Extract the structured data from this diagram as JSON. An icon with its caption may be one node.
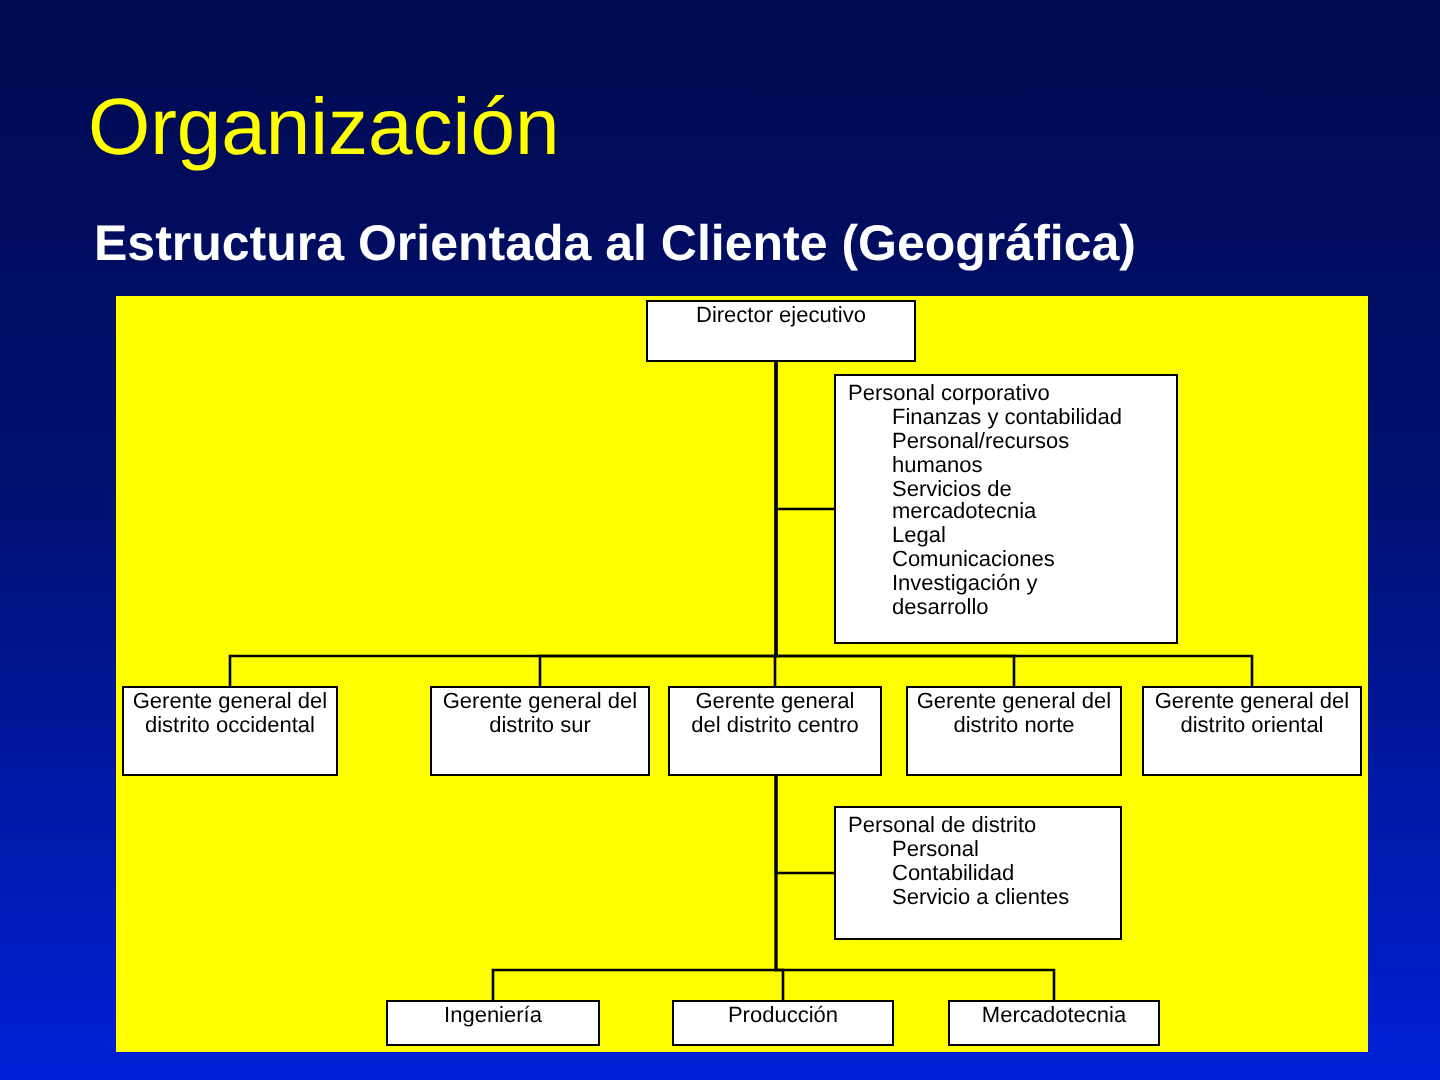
{
  "diagram": {
    "title": "Organización",
    "caption": "Estructura Orientada al Cliente (Geográfica)",
    "nodes": [
      {
        "text": [
          "Director ejecutivo"
        ]
      },
      {
        "text": [
          "Personal corporativo",
          "Finanzas y contabilidad",
          "Personal/recursos humanos",
          "Servicios de mercadotecnia",
          "Legal",
          "Comunicaciones",
          "Investigación y desarrollo"
        ]
      },
      {
        "text": [
          "Gerente general del distrito occidental"
        ]
      },
      {
        "text": [
          "Gerente general del distrito sur"
        ]
      },
      {
        "text": [
          "Gerente general del distrito centro"
        ]
      },
      {
        "text": [
          "Gerente general del distrito norte"
        ]
      },
      {
        "text": [
          "Gerente general del distrito oriental"
        ]
      },
      {
        "text": [
          "Personal de distrito",
          "Personal",
          "Contabilidad",
          "Servicio a clientes"
        ]
      },
      {
        "text": [
          "Ingeniería"
        ]
      },
      {
        "text": [
          "Producción"
        ]
      },
      {
        "text": [
          "Mercadotecnia"
        ]
      }
    ],
    "edges": [
      {
        "from": 0,
        "to": 1,
        "arrow": "none"
      },
      {
        "from": 0,
        "to": 2,
        "arrow": "none"
      },
      {
        "from": 0,
        "to": 3,
        "arrow": "none"
      },
      {
        "from": 0,
        "to": 4,
        "arrow": "none"
      },
      {
        "from": 0,
        "to": 5,
        "arrow": "none"
      },
      {
        "from": 0,
        "to": 6,
        "arrow": "none"
      },
      {
        "from": 4,
        "to": 7,
        "arrow": "none"
      },
      {
        "from": 4,
        "to": 8,
        "arrow": "none"
      },
      {
        "from": 4,
        "to": 9,
        "arrow": "none"
      },
      {
        "from": 4,
        "to": 10,
        "arrow": "none"
      }
    ]
  }
}
